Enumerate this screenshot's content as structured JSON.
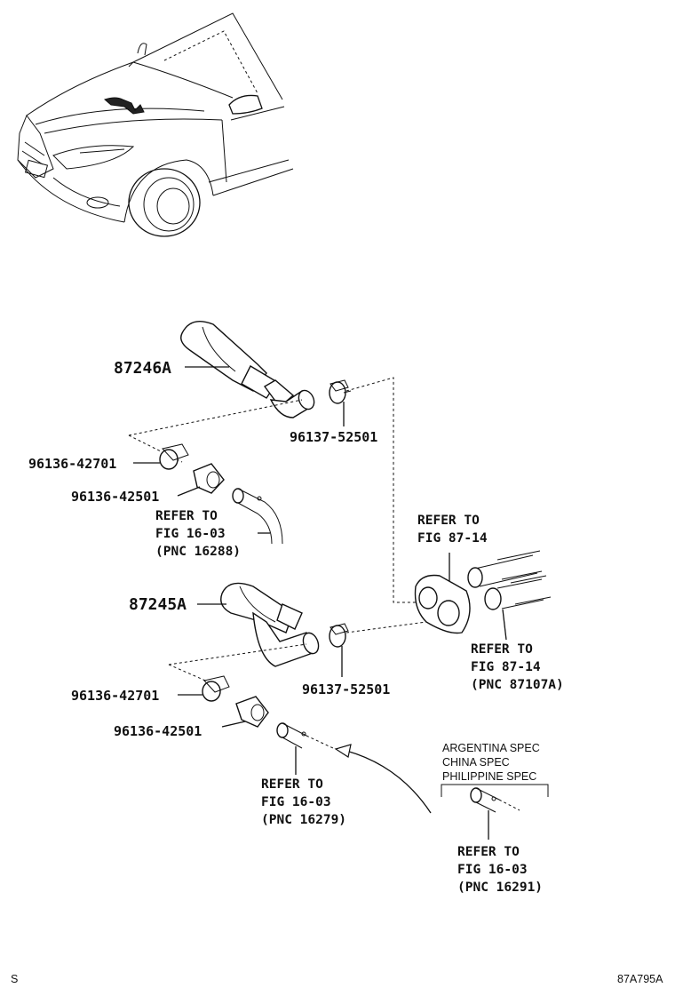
{
  "parts": {
    "hose_upper": "87246A",
    "hose_lower": "87245A",
    "clip_upper_right": "96137-52501",
    "clip_lower_right": "96137-52501",
    "clip_upper_left": "96136-42701",
    "clip_upper_left2": "96136-42501",
    "clip_lower_left": "96136-42701",
    "clip_lower_left2": "96136-42501"
  },
  "refs": {
    "ref1": {
      "line1": "REFER TO",
      "line2": "FIG 16-03",
      "line3": "(PNC 16288)"
    },
    "ref2": {
      "line1": "REFER TO",
      "line2": "FIG 87-14"
    },
    "ref3": {
      "line1": "REFER TO",
      "line2": "FIG 87-14",
      "line3": "(PNC 87107A)"
    },
    "ref4": {
      "line1": "REFER TO",
      "line2": "FIG 16-03",
      "line3": "(PNC 16279)"
    },
    "ref5": {
      "line1": "REFER TO",
      "line2": "FIG 16-03",
      "line3": "(PNC 16291)"
    }
  },
  "spec_box": {
    "line1": "ARGENTINA SPEC",
    "line2": "CHINA SPEC",
    "line3": "PHILIPPINE SPEC"
  },
  "footer": {
    "left_mark": "S",
    "figure_code": "87A795A"
  }
}
